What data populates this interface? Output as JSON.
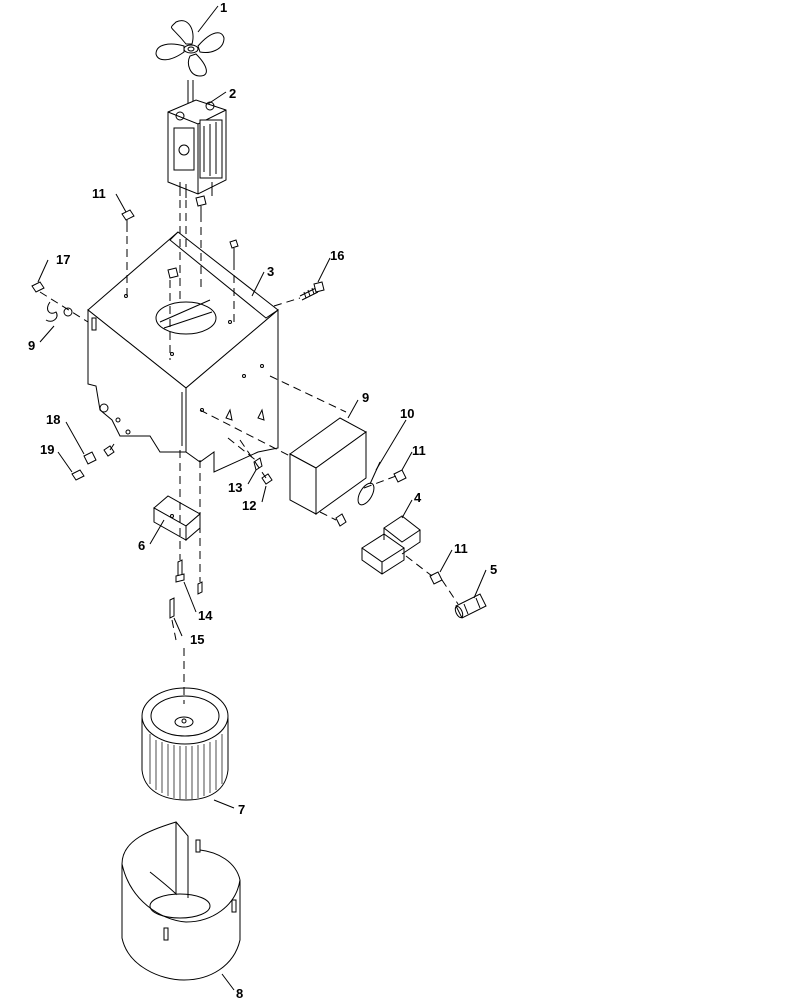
{
  "diagram": {
    "callouts": [
      {
        "id": "c1",
        "text": "1"
      },
      {
        "id": "c2",
        "text": "2"
      },
      {
        "id": "c3",
        "text": "3"
      },
      {
        "id": "c4",
        "text": "4"
      },
      {
        "id": "c5",
        "text": "5"
      },
      {
        "id": "c6",
        "text": "6"
      },
      {
        "id": "c7",
        "text": "7"
      },
      {
        "id": "c8",
        "text": "8"
      },
      {
        "id": "c9a",
        "text": "9"
      },
      {
        "id": "c9b",
        "text": "9"
      },
      {
        "id": "c10",
        "text": "10"
      },
      {
        "id": "c11a",
        "text": "11"
      },
      {
        "id": "c11b",
        "text": "11"
      },
      {
        "id": "c11c",
        "text": "11"
      },
      {
        "id": "c12",
        "text": "12"
      },
      {
        "id": "c13",
        "text": "13"
      },
      {
        "id": "c14",
        "text": "14"
      },
      {
        "id": "c15",
        "text": "15"
      },
      {
        "id": "c16",
        "text": "16"
      },
      {
        "id": "c17",
        "text": "17"
      },
      {
        "id": "c18",
        "text": "18"
      },
      {
        "id": "c19",
        "text": "19"
      }
    ]
  }
}
